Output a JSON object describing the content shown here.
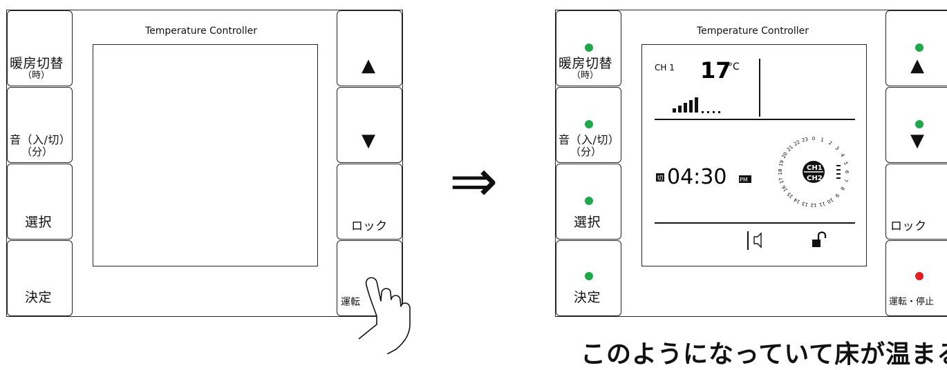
{
  "title": "Temperature Controller",
  "left_buttons": [
    {
      "main": "暖房切替",
      "sub": "（時）"
    },
    {
      "main": "音（入/切）",
      "sub": "（分）"
    },
    {
      "main": "選択",
      "sub": ""
    },
    {
      "main": "決定",
      "sub": ""
    }
  ],
  "right_buttons_before": [
    "▲",
    "▼",
    "ロック",
    "運転"
  ],
  "right_buttons_after": [
    "▲",
    "▼",
    "ロック",
    "運転・停止"
  ],
  "transition_arrow": "⇒",
  "display": {
    "channel": "CH 1",
    "temperature": "17",
    "temperature_unit": "°C",
    "time": "04:30",
    "ampm": "PM",
    "off_badge": "切",
    "ch1": "CH1",
    "ch2": "CH2",
    "clock_numbers": [
      "0",
      "1",
      "2",
      "3",
      "4",
      "5",
      "6",
      "7",
      "8",
      "9",
      "10",
      "11",
      "12",
      "13",
      "14",
      "15",
      "16",
      "17",
      "18",
      "19",
      "20",
      "21",
      "22",
      "23"
    ]
  },
  "caption": "このようになっていて床が温まる",
  "colors": {
    "led_on": "#1fa84a",
    "led_run": "#e02020"
  }
}
